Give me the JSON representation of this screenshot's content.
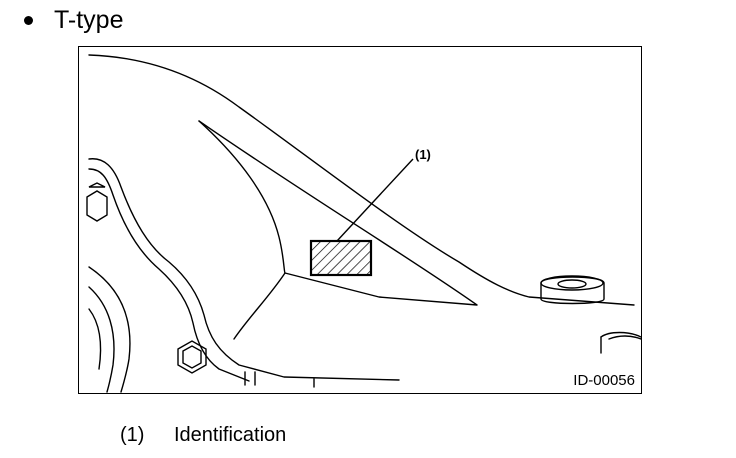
{
  "heading": {
    "bullet": "•",
    "text": "T-type"
  },
  "figure": {
    "callout_label": "(1)",
    "figure_id": "ID-00056",
    "icons": [
      "hatched-label-rectangle",
      "hex-bolt-icon",
      "cylindrical-boss-icon"
    ]
  },
  "legend": [
    {
      "number": "(1)",
      "text": "Identification"
    }
  ]
}
